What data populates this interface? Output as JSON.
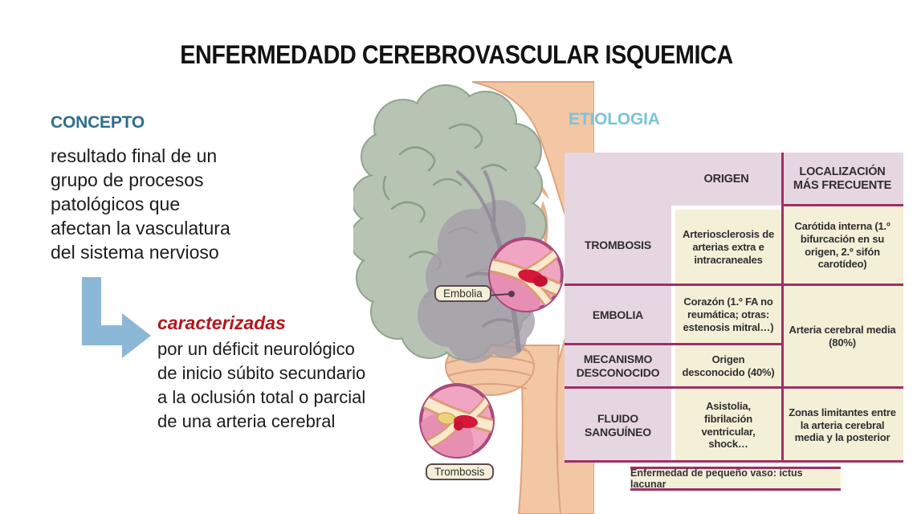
{
  "slide": {
    "title": "ENFERMEDADD CEREBROVASCULAR ISQUEMICA"
  },
  "concepto": {
    "heading": "CONCEPTO",
    "definition": "resultado final de un grupo de procesos patológicos que afectan la vasculatura del sistema nervioso",
    "highlight": "caracterizadas",
    "description": "por un déficit neurológico de inicio súbito secundario a la oclusión total o parcial de una arteria cerebral"
  },
  "illustration": {
    "embolia_label": "Embolia",
    "trombosis_label": "Trombosis"
  },
  "etiologia": {
    "heading": "ETIOLOGIA",
    "table": {
      "col_headers": [
        "ORIGEN",
        "LOCALIZACIÓN MÁS FRECUENTE"
      ],
      "rows": [
        {
          "label": "TROMBOSIS",
          "origen": "Arteriosclerosis de arterias extra e intracraneales",
          "localizacion": "Carótida interna (1.º bifurcación en su origen, 2.º sifón carotídeo)"
        },
        {
          "label": "EMBOLIA",
          "origen": "Corazón (1.º FA no reumática; otras: estenosis mitral…)",
          "localizacion": "Arteria cerebral media (80%)"
        },
        {
          "label": "MECANISMO DESCONOCIDO",
          "origen": "Origen desconocido (40%)"
        },
        {
          "label": "FLUIDO SANGUÍNEO",
          "origen": "Asistolia, fibrilación ventricular, shock…",
          "localizacion": "Zonas limitantes entre la arteria cerebral media y la posterior"
        }
      ],
      "note": "Enfermedad de pequeño vaso: ictus lacunar"
    }
  },
  "colors": {
    "concepto_heading": "#2e6e8e",
    "etiologia_heading": "#7cc3da",
    "highlight_red": "#b2181e",
    "arrow_blue": "#8cb8d7",
    "table_line_magenta": "#9e2f66",
    "table_pink": "#e6d6e2",
    "table_cream": "#f4f0d8"
  }
}
